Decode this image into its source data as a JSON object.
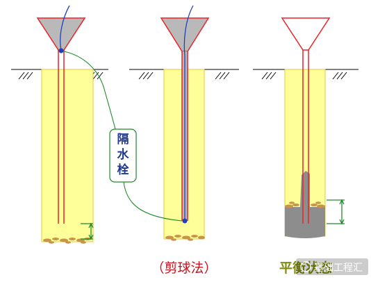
{
  "diagram": {
    "plug_label": "隔水栓",
    "caption_left": "（剪球法）",
    "caption_right": "平衡状态",
    "watermark": "基础工程汇"
  },
  "colors": {
    "shaft_fill": "#ffff99",
    "shaft_edge": "#e4c93c",
    "pipe_red": "#e8242a",
    "hopper_gray": "#b9b9b9",
    "wire_blue": "#1f3fbf",
    "leader_green": "#1f8a2a",
    "concrete_gray": "#8d8d8d",
    "sediment_brown": "#c8944a",
    "caption_red": "#c8141e",
    "caption_olive": "#7f8a10"
  }
}
